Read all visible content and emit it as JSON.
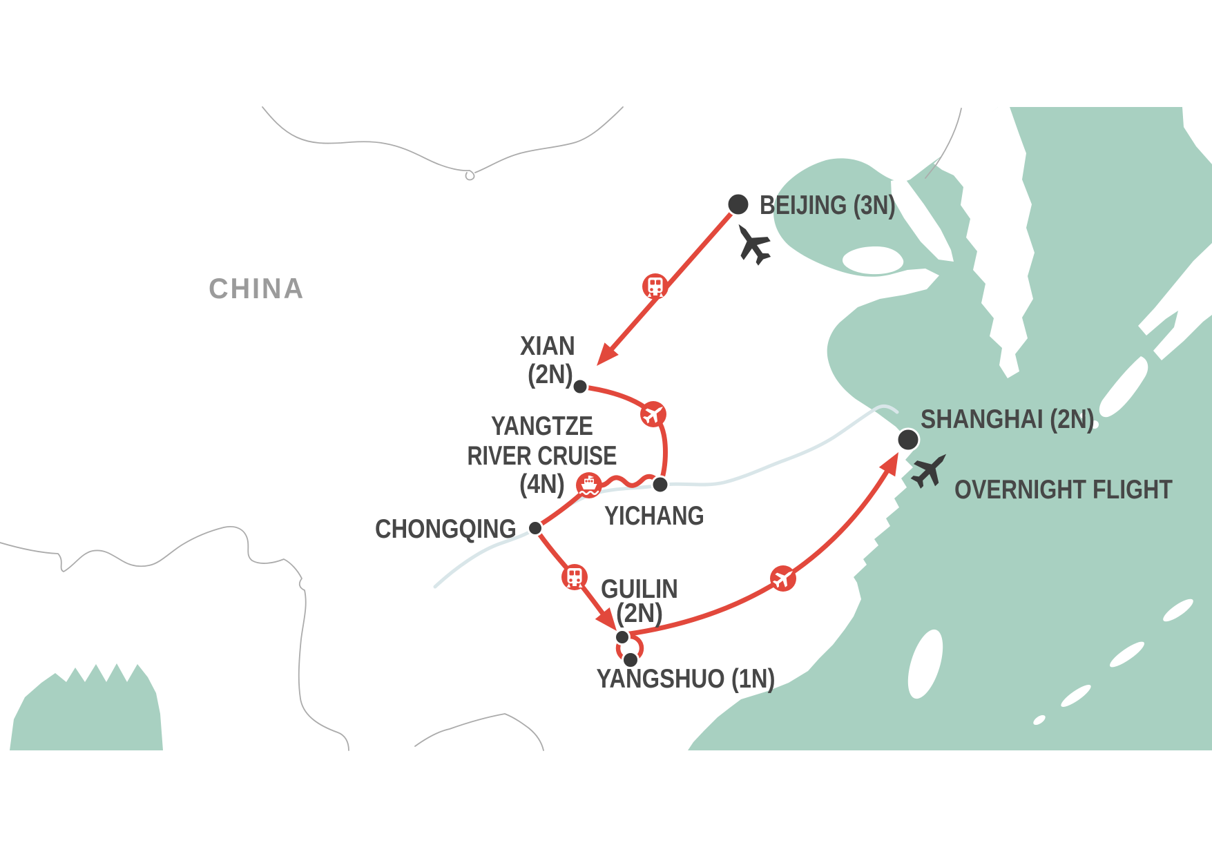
{
  "region_label": "CHINA",
  "colors": {
    "sea": "#a8d0c1",
    "land": "#ffffff",
    "route": "#e2483c",
    "marker": "#3a3a3a",
    "label": "#474747",
    "region_label": "#9b9b9b",
    "river": "#d9e6e9",
    "border": "#ababab"
  },
  "stops": {
    "beijing": {
      "name": "Beijing",
      "nights": 3,
      "label": "BEIJING (3N)"
    },
    "xian": {
      "name": "Xian",
      "nights": 2,
      "lines": [
        "XIAN",
        "(2N)"
      ]
    },
    "yangtze_cruise": {
      "name": "Yangtze River Cruise",
      "nights": 4,
      "lines": [
        "YANGTZE",
        "RIVER CRUISE",
        "(4N)"
      ]
    },
    "yichang": {
      "name": "Yichang",
      "label": "YICHANG"
    },
    "chongqing": {
      "name": "Chongqing",
      "label": "CHONGQING"
    },
    "guilin": {
      "name": "Guilin",
      "nights": 2,
      "lines": [
        "GUILIN",
        "(2N)"
      ]
    },
    "yangshuo": {
      "name": "Yangshuo",
      "nights": 1,
      "label": "YANGSHUO (1N)"
    },
    "shanghai": {
      "name": "Shanghai",
      "nights": 2,
      "label": "SHANGHAI (2N)"
    }
  },
  "notes": {
    "overnight_flight": "OVERNIGHT FLIGHT"
  },
  "segments": [
    {
      "from": "Beijing",
      "to": "Xian",
      "mode": "train"
    },
    {
      "from": "Xian",
      "to": "Yichang",
      "mode": "flight"
    },
    {
      "from": "Yichang",
      "to": "Chongqing",
      "mode": "river-cruise"
    },
    {
      "from": "Chongqing",
      "to": "Guilin",
      "mode": "train"
    },
    {
      "from": "Guilin",
      "to": "Yangshuo",
      "mode": ""
    },
    {
      "from": "Guilin",
      "to": "Shanghai",
      "mode": "flight"
    },
    {
      "from": "Shanghai",
      "to": "",
      "mode": "overnight-flight"
    }
  ]
}
